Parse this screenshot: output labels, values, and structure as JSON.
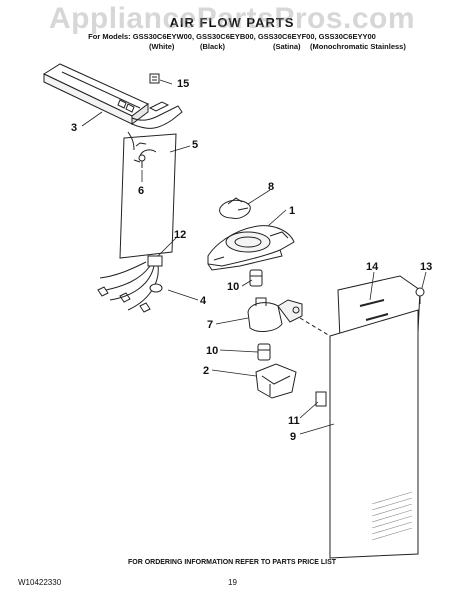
{
  "watermark": "AppliancePartsPros.com",
  "header": {
    "title": "AIR FLOW PARTS",
    "models": "For Models: GSS30C6EYW00, GSS30C6EYB00, GSS30C6EYF00, GSS30C6EYY00",
    "variants": [
      "(White)",
      "(Black)",
      "(Satina)",
      "(Monochromatic Stainless)"
    ]
  },
  "callouts": [
    "1",
    "2",
    "3",
    "4",
    "5",
    "6",
    "7",
    "8",
    "9",
    "10",
    "10",
    "11",
    "12",
    "13",
    "14",
    "15"
  ],
  "footer": {
    "ordering_note": "FOR ORDERING INFORMATION REFER TO PARTS PRICE LIST",
    "doc_number": "W10422330",
    "page_number": "19"
  }
}
